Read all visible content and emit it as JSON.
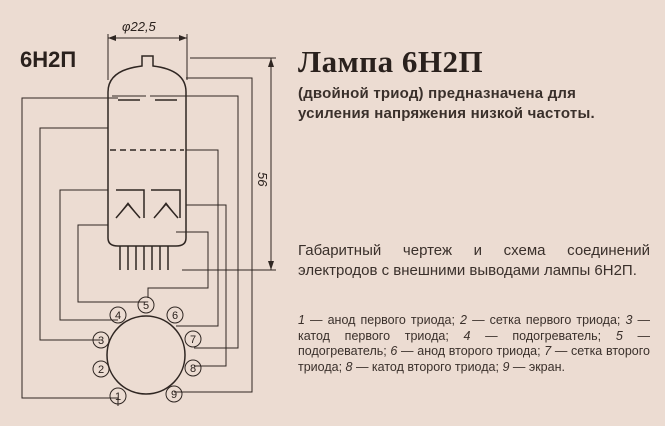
{
  "tube_label": "6Н2П",
  "dimension_diameter": "φ22,5",
  "dimension_height": "56",
  "pin_numbers": [
    "1",
    "2",
    "3",
    "4",
    "5",
    "6",
    "7",
    "8",
    "9"
  ],
  "title": "Лампа 6Н2П",
  "description_paren": "(двойной триод)",
  "description_rest": " предназначена для усиления напряжения низкой частоты.",
  "caption": "Габаритный чертеж и схема соединений электродов с внешними выводами лампы 6Н2П.",
  "pins": [
    {
      "num": "1",
      "text": " — анод первого триода; "
    },
    {
      "num": "2",
      "text": " — сетка первого триода; "
    },
    {
      "num": "3",
      "text": " — катод первого триода; "
    },
    {
      "num": "4",
      "text": " — подогреватель; "
    },
    {
      "num": "5",
      "text": " — подогреватель; "
    },
    {
      "num": "6",
      "text": " — анод второго триода; "
    },
    {
      "num": "7",
      "text": " — сетка второго триода; "
    },
    {
      "num": "8",
      "text": " — катод второго триода; "
    },
    {
      "num": "9",
      "text": " — экран."
    }
  ]
}
